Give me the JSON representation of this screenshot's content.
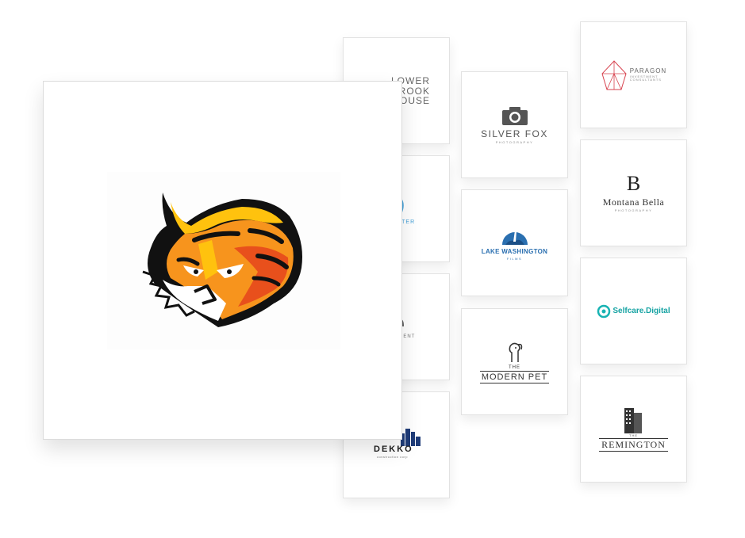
{
  "main_logo": {
    "icon": "tiger-head-icon"
  },
  "logos": {
    "lower_brook": {
      "line1": "LOWER",
      "line2": "BROOK",
      "line3": "HOUSE"
    },
    "water": {
      "text": "ATER"
    },
    "rent": {
      "text": "RENT"
    },
    "dekko": {
      "name": "DEKKO",
      "tagline": "construction corp"
    },
    "silver_fox": {
      "name": "SILVER FOX",
      "tagline": "PHOTOGRAPHY"
    },
    "lake_washington": {
      "name": "LAKE WASHINGTON",
      "tagline": "FILMS"
    },
    "modern_pet": {
      "line1": "THE",
      "line2": "MODERN PET"
    },
    "paragon": {
      "line1": "PARAGON",
      "line2": "INVESTMENT",
      "line3": "CONSULTANTS"
    },
    "montana_bella": {
      "name": "Montana Bella",
      "tagline": "PHOTOGRAPHY",
      "mark": "B"
    },
    "selfcare": {
      "name": "Selfcare.Digital"
    },
    "remington": {
      "prefix": "THE",
      "name": "REMINGTON"
    }
  },
  "colors": {
    "tiger_orange": "#f7941d",
    "tiger_yellow": "#ffc20e",
    "tiger_red": "#e8501c",
    "lake_blue": "#2a6fb0",
    "selfcare_teal": "#18b3b3",
    "paragon_red": "#d7424e"
  }
}
